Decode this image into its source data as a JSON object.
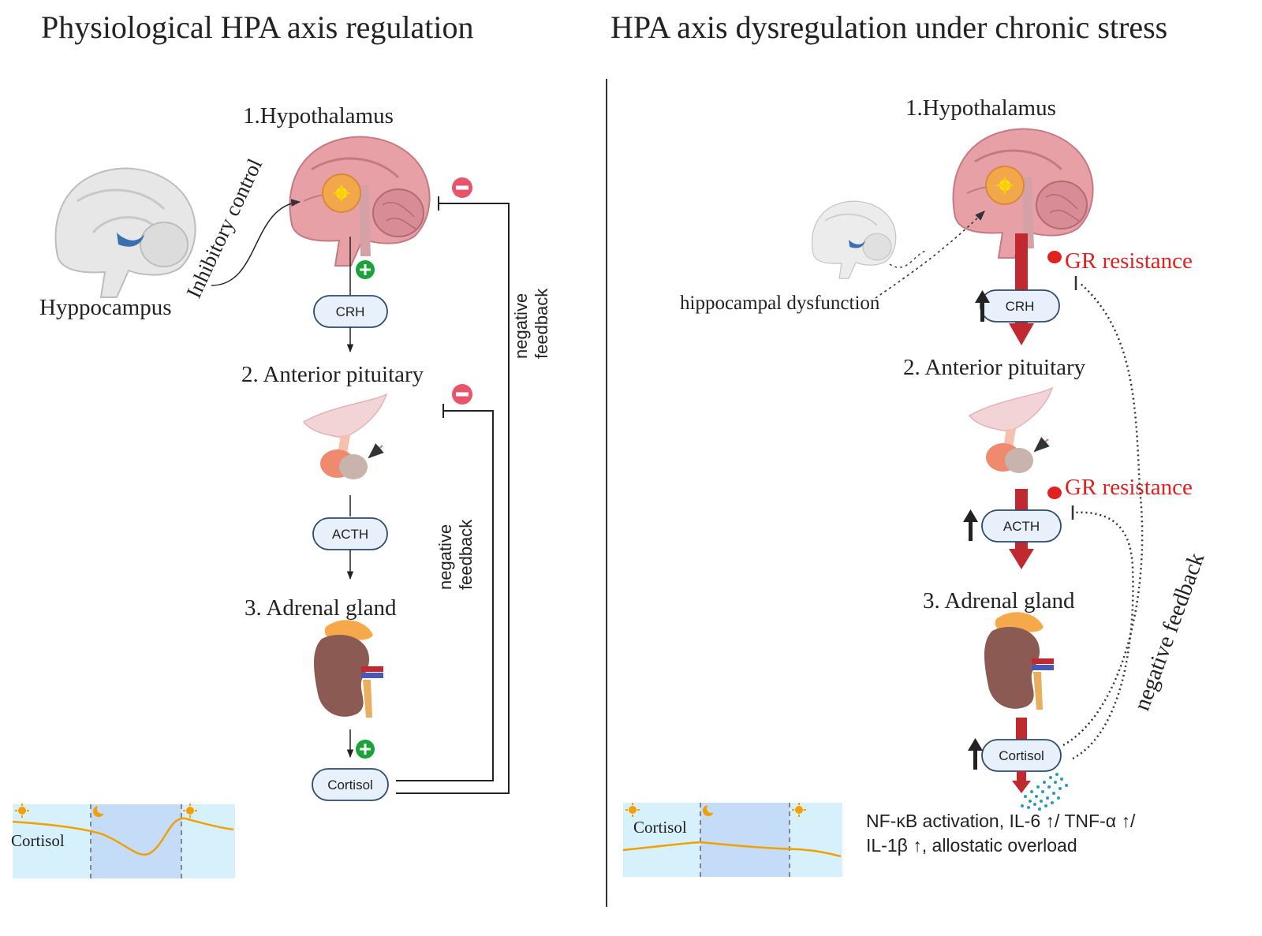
{
  "panels": {
    "left": {
      "title": "Physiological HPA axis regulation",
      "hypothalamus": "1.Hypothalamus",
      "pituitary": "2. Anterior pituitary",
      "adrenal": "3. Adrenal gland",
      "hippocampus": "Hyppocampus",
      "inhibitory": "Inhibitory control",
      "crh": "CRH",
      "acth": "ACTH",
      "cortisol": "Cortisol",
      "feedback_outer": [
        "negative",
        "feedback"
      ],
      "feedback_inner": [
        "negative",
        "feedback"
      ],
      "inset_label": "Cortisol"
    },
    "right": {
      "title": "HPA axis dysregulation under chronic stress",
      "hypothalamus": "1.Hypothalamus",
      "pituitary": "2. Anterior pituitary",
      "adrenal": "3. Adrenal gland",
      "hippocampal": "hippocampal dysfunction",
      "gr1": "GR resistance",
      "gr2": "GR resistance",
      "crh": "CRH",
      "acth": "ACTH",
      "cortisol": "Cortisol",
      "feedback": "negative feedback",
      "inflammation_line1": "NF-κB activation, IL-6 ↑/ TNF-α ↑/",
      "inflammation_line2": "IL-1β ↑, allostatic overload",
      "inset_label": "Cortisol"
    }
  },
  "colors": {
    "red_arrow": "#c0292f",
    "gr_text": "#e0211f",
    "plus": "#1aa33a",
    "minus": "#e8546a",
    "pill_fill": "#e8f0fb",
    "pill_stroke": "#2d4a6e",
    "inset_day": "#d6f1fb",
    "inset_night": "#c5dcf9",
    "cortisol_curve": "#f0a000"
  },
  "icons": [
    "brain-icon",
    "hippocampus-brain-icon",
    "pituitary-icon",
    "adrenal-kidney-icon",
    "sun-icon",
    "moon-icon",
    "plus-icon",
    "minus-icon",
    "up-arrow-icon"
  ]
}
